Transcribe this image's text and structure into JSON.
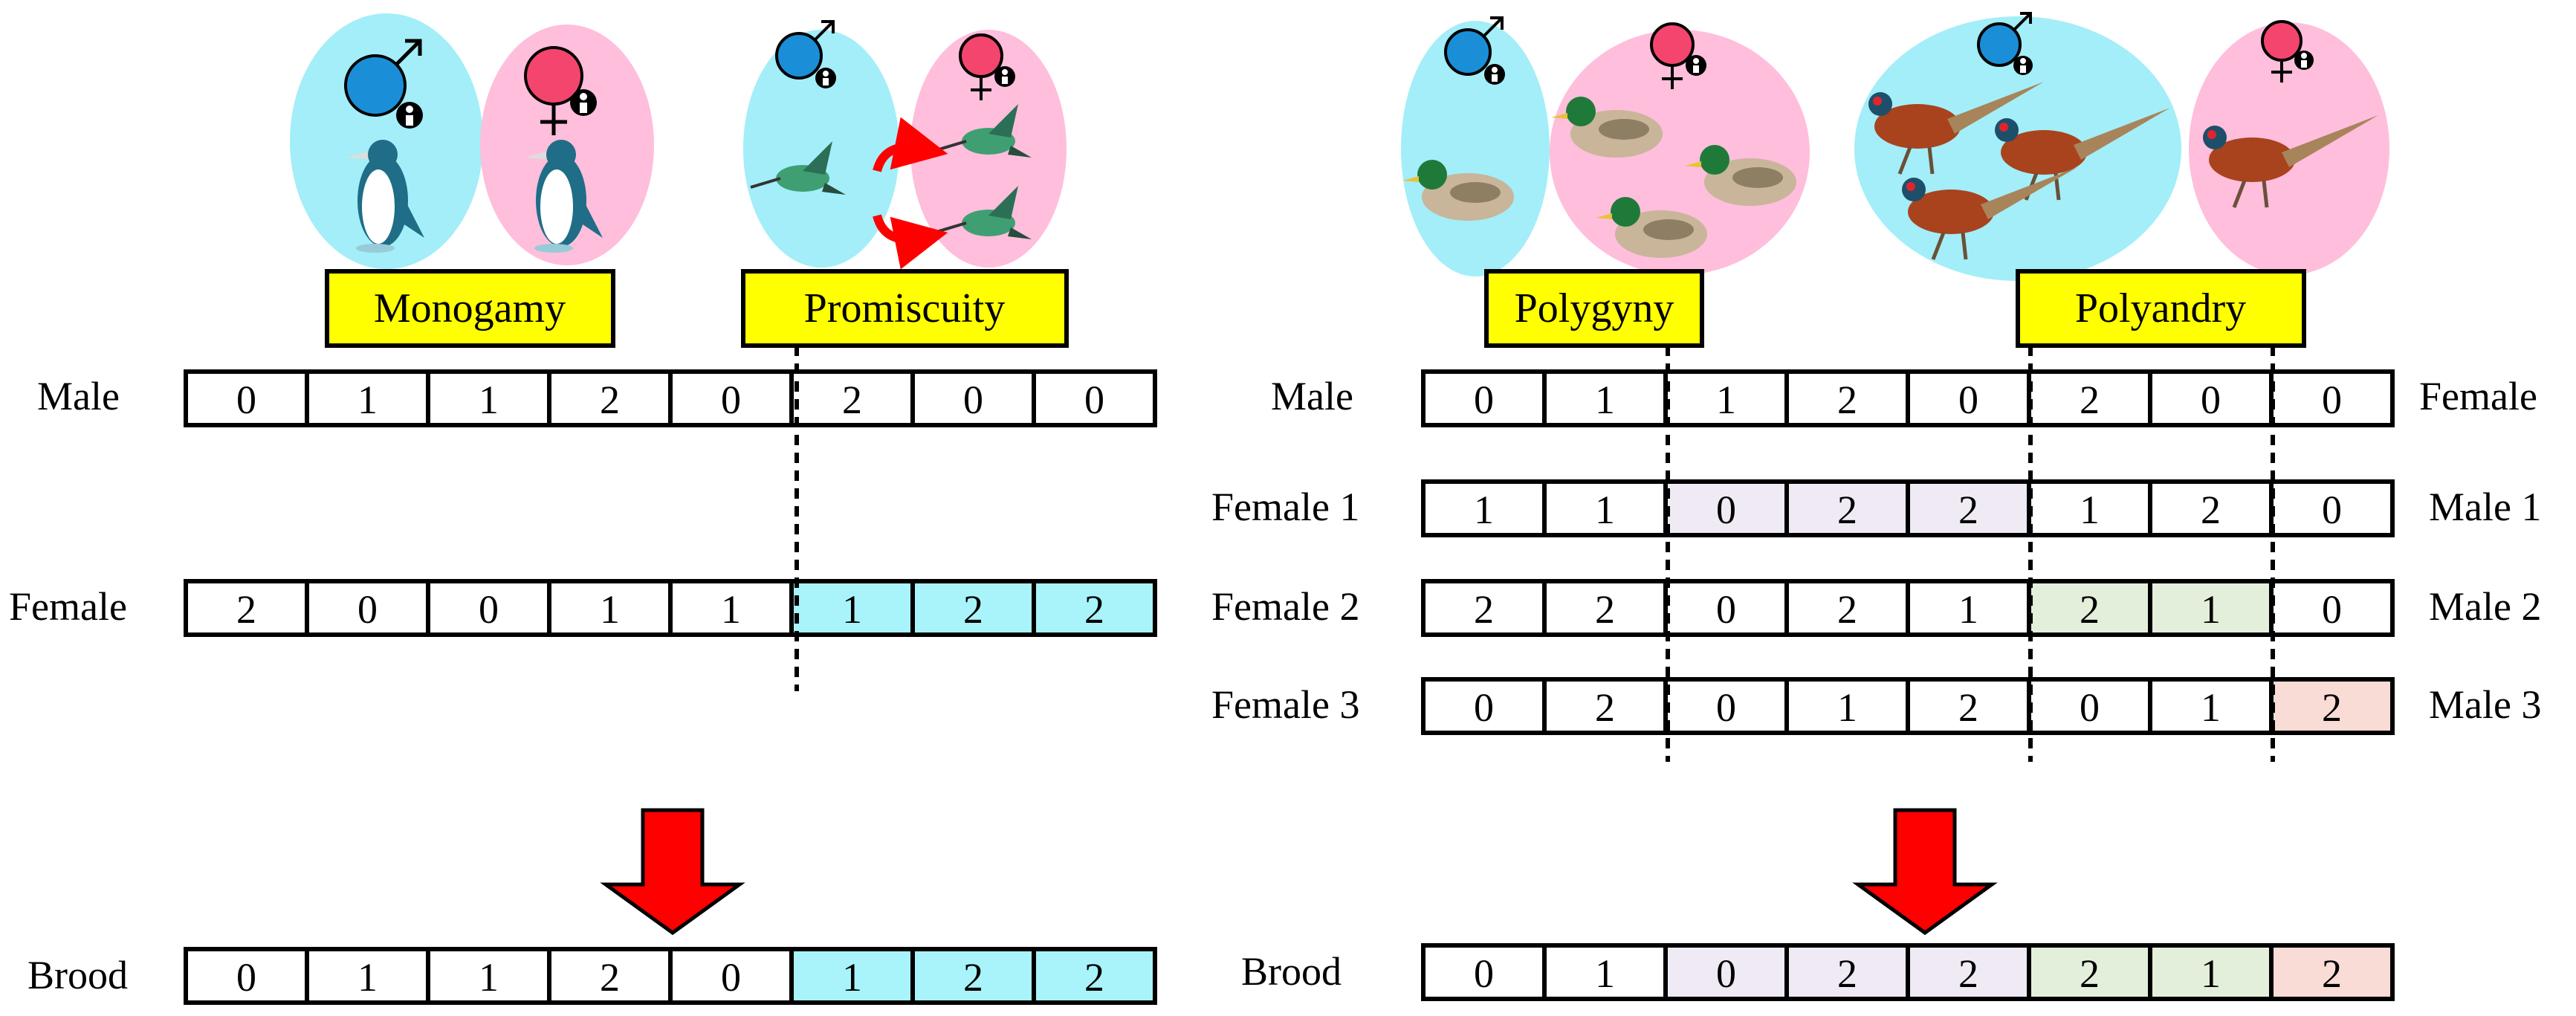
{
  "strategies": [
    {
      "key": "monogamy",
      "label": "Monogamy"
    },
    {
      "key": "promiscuity",
      "label": "Promiscuity"
    },
    {
      "key": "polygyny",
      "label": "Polygyny"
    },
    {
      "key": "polyandry",
      "label": "Polyandry"
    }
  ],
  "left_panel": {
    "rows": [
      {
        "key": "male",
        "label": "Male",
        "values": [
          "0",
          "1",
          "1",
          "2",
          "0",
          "2",
          "0",
          "0"
        ],
        "highlight": [
          null,
          null,
          null,
          null,
          null,
          null,
          null,
          null
        ]
      },
      {
        "key": "female",
        "label": "Female",
        "values": [
          "2",
          "0",
          "0",
          "1",
          "1",
          "1",
          "2",
          "2"
        ],
        "highlight": [
          null,
          null,
          null,
          null,
          null,
          "cyan",
          "cyan",
          "cyan"
        ]
      }
    ],
    "brood": {
      "label": "Brood",
      "values": [
        "0",
        "1",
        "1",
        "2",
        "0",
        "1",
        "2",
        "2"
      ],
      "highlight": [
        null,
        null,
        null,
        null,
        null,
        "cyan",
        "cyan",
        "cyan"
      ]
    }
  },
  "right_panel": {
    "rows": [
      {
        "key": "male",
        "label": "Male",
        "right_label": "Female",
        "values": [
          "0",
          "1",
          "1",
          "2",
          "0",
          "2",
          "0",
          "0"
        ],
        "highlight": [
          null,
          null,
          null,
          null,
          null,
          null,
          null,
          null
        ]
      },
      {
        "key": "female1",
        "label": "Female 1",
        "right_label": "Male 1",
        "values": [
          "1",
          "1",
          "0",
          "2",
          "2",
          "1",
          "2",
          "0"
        ],
        "highlight": [
          null,
          null,
          "lavender",
          "lavender",
          "lavender",
          null,
          null,
          null
        ]
      },
      {
        "key": "female2",
        "label": "Female 2",
        "right_label": "Male 2",
        "values": [
          "2",
          "2",
          "0",
          "2",
          "1",
          "2",
          "1",
          "0"
        ],
        "highlight": [
          null,
          null,
          null,
          null,
          null,
          "green",
          "green",
          null
        ]
      },
      {
        "key": "female3",
        "label": "Female 3",
        "right_label": "Male 3",
        "values": [
          "0",
          "2",
          "0",
          "1",
          "2",
          "0",
          "1",
          "2"
        ],
        "highlight": [
          null,
          null,
          null,
          null,
          null,
          null,
          null,
          "pink"
        ]
      }
    ],
    "brood": {
      "label": "Brood",
      "values": [
        "0",
        "1",
        "0",
        "2",
        "2",
        "2",
        "1",
        "2"
      ],
      "highlight": [
        null,
        null,
        "lavender",
        "lavender",
        "lavender",
        "green",
        "green",
        "pink"
      ]
    }
  },
  "colors": {
    "cyan": "#a8f4fa",
    "lavender": "#efeaf3",
    "green": "#e3efda",
    "pink": "#f9dcd6",
    "label_box": "#ffff00",
    "male_bubble": "#a3eef8",
    "female_bubble": "#ffbedc",
    "male_symbol": "#1a8fd8",
    "female_symbol": "#f4456e",
    "arrow": "#ff0000"
  },
  "icons": [
    "male-symbol-icon",
    "female-symbol-icon",
    "penguin-icon",
    "hummingbird-icon",
    "duck-icon",
    "pheasant-icon",
    "down-arrow-icon"
  ]
}
